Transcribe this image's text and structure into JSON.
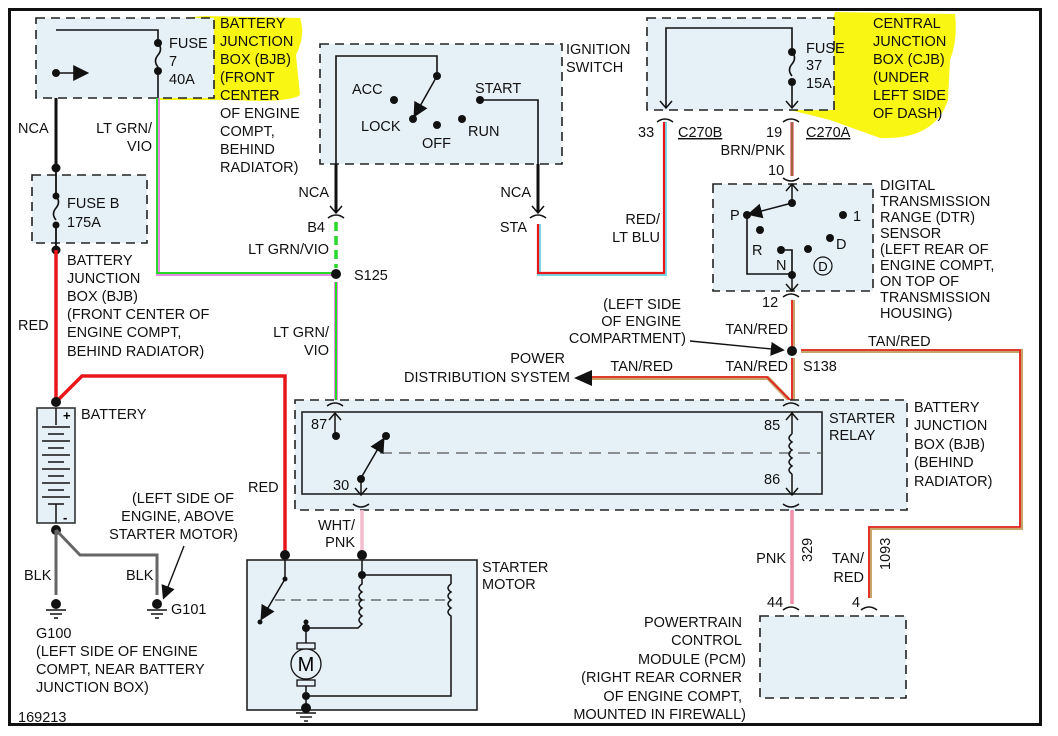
{
  "diagram_id": "169213",
  "highlights_color": "#f8f500",
  "wire_colors": {
    "black": "#111111",
    "red": "#e8161b",
    "lt_grn": "#26d92a",
    "vio": "#e58ae0",
    "lt_blu": "#77d9e8",
    "brn": "#9a6a3c",
    "tan": "#c7a56a",
    "pnk": "#f28fa8",
    "gray": "#666666"
  },
  "components": {
    "bjb_fuse7": {
      "fuse_label": [
        "FUSE",
        "7",
        "40A"
      ],
      "location": [
        "BATTERY",
        "JUNCTION",
        "BOX (BJB)",
        "(FRONT",
        "CENTER",
        "OF ENGINE",
        "COMPT,",
        "BEHIND",
        "RADIATOR)"
      ]
    },
    "ignition_switch": {
      "title": [
        "IGNITION",
        "SWITCH"
      ],
      "positions": [
        "ACC",
        "LOCK",
        "OFF",
        "RUN",
        "START"
      ]
    },
    "cjb_fuse37": {
      "fuse_label": [
        "FUSE",
        "37",
        "15A"
      ],
      "location": [
        "CENTRAL",
        "JUNCTION",
        "BOX (CJB)",
        "(UNDER",
        "LEFT SIDE",
        "OF DASH)"
      ],
      "connectors": [
        {
          "pin": "33",
          "name": "C270B"
        },
        {
          "pin": "19",
          "name": "C270A"
        }
      ]
    },
    "fuse_b": {
      "fuse_label": [
        "FUSE B",
        "175A"
      ],
      "location": [
        "BATTERY",
        "JUNCTION",
        "BOX (BJB)",
        "(FRONT CENTER OF",
        "ENGINE COMPT,",
        "BEHIND RADIATOR)"
      ]
    },
    "dtr_sensor": {
      "title": [
        "DIGITAL",
        "TRANSMISSION",
        "RANGE (DTR)",
        "SENSOR",
        "(LEFT REAR OF",
        "ENGINE COMPT,",
        "ON TOP OF",
        "TRANSMISSION",
        "HOUSING)"
      ],
      "positions": [
        "P",
        "R",
        "N",
        "D",
        "1"
      ],
      "circle_label": "D",
      "pins": [
        "10",
        "12"
      ]
    },
    "splice_s125": "S125",
    "splice_s138": {
      "name": "S138",
      "location": [
        "(LEFT SIDE",
        "OF ENGINE",
        "COMPARTMENT)"
      ]
    },
    "power_distribution": [
      "POWER",
      "DISTRIBUTION SYSTEM"
    ],
    "starter_relay": {
      "title": [
        "STARTER",
        "RELAY"
      ],
      "pins": [
        "87",
        "30",
        "85",
        "86"
      ],
      "location": [
        "BATTERY",
        "JUNCTION",
        "BOX (BJB)",
        "(BEHIND",
        "RADIATOR)"
      ]
    },
    "battery": {
      "title": "BATTERY",
      "plus": "+",
      "minus": "-"
    },
    "g101": {
      "name": "G101",
      "location": [
        "(LEFT SIDE OF",
        "ENGINE, ABOVE",
        "STARTER MOTOR)"
      ]
    },
    "g100": {
      "name": "G100",
      "location": [
        "(LEFT SIDE OF ENGINE",
        "COMPT, NEAR BATTERY",
        "JUNCTION BOX)"
      ]
    },
    "starter_motor": {
      "title": [
        "STARTER",
        "MOTOR"
      ],
      "motor_symbol": "M"
    },
    "pcm": {
      "title": [
        "POWERTRAIN",
        "CONTROL",
        "MODULE (PCM)",
        "(RIGHT REAR CORNER",
        "OF ENGINE COMPT,",
        "MOUNTED IN FIREWALL)"
      ],
      "pins": [
        "44",
        "4"
      ]
    }
  },
  "wire_labels": {
    "nca_left": "NCA",
    "ltgrn_vio_top": [
      "LT GRN/",
      "VIO"
    ],
    "nca_ign_left": "NCA",
    "b4": "B4",
    "ltgrn_vio_mid": "LT GRN/VIO",
    "ltgrn_vio_low": [
      "LT GRN/",
      "VIO"
    ],
    "nca_ign_right": "NCA",
    "sta": "STA",
    "red_ltblu": [
      "RED/",
      "LT BLU"
    ],
    "brn_pnk": "BRN/PNK",
    "red_left": "RED",
    "tan_red_dtr": "TAN/RED",
    "tan_red_pds": "TAN/RED",
    "tan_red_relay": "TAN/RED",
    "tan_red_right": "TAN/RED",
    "red_starter": "RED",
    "wht_pnk": [
      "WHT/",
      "PNK"
    ],
    "blk_g100": "BLK",
    "blk_g101": "BLK",
    "pnk": "PNK",
    "circuit_329": "329",
    "tan_red_pcm": [
      "TAN/",
      "RED"
    ],
    "circuit_1093": "1093"
  }
}
